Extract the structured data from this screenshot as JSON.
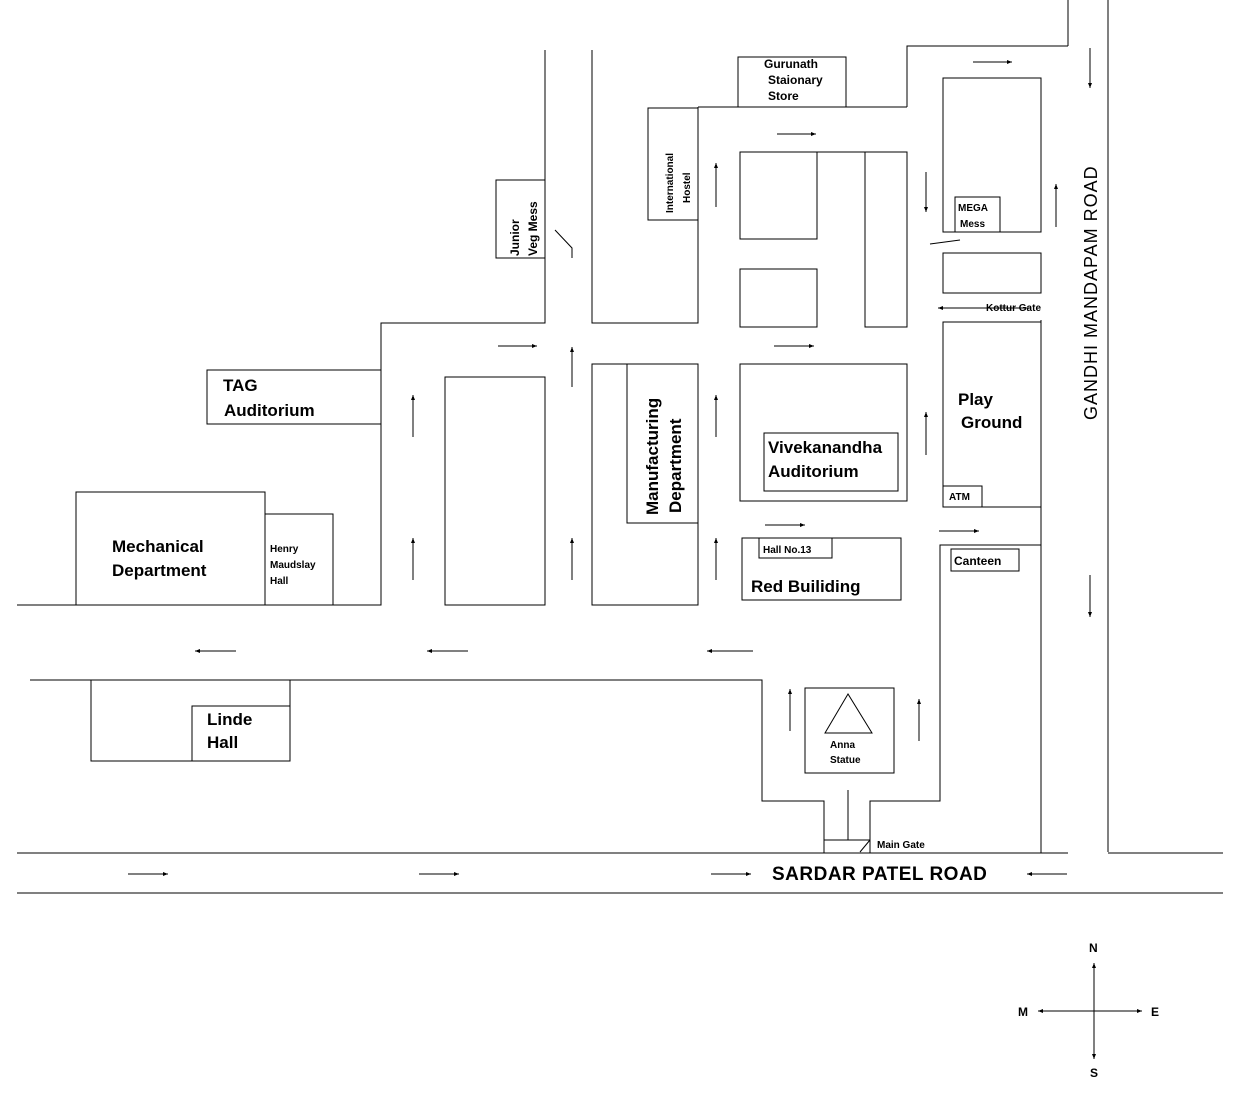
{
  "buildings": {
    "gurunath": [
      "Gurunath",
      "Staionary",
      "Store"
    ],
    "international_hostel": [
      "International",
      "Hostel"
    ],
    "junior_veg_mess": [
      "Junior",
      "Veg Mess"
    ],
    "mega_mess": [
      "MEGA",
      "Mess"
    ],
    "kottur_gate": "Kottur Gate",
    "tag_auditorium": [
      "TAG",
      "Auditorium"
    ],
    "play_ground": [
      "Play",
      "Ground"
    ],
    "manufacturing": [
      "Manufacturing",
      "Department"
    ],
    "vivekanandha": [
      "Vivekanandha",
      "Auditorium"
    ],
    "atm": "ATM",
    "mechanical": [
      "Mechanical",
      "Department"
    ],
    "henry_maudslay": [
      "Henry",
      "Maudslay",
      "Hall"
    ],
    "hall_13": "Hall No.13",
    "canteen": "Canteen",
    "red_building": "Red Builiding",
    "linde_hall": [
      "Linde",
      "Hall"
    ],
    "anna_statue": [
      "Anna",
      "Statue"
    ],
    "main_gate": "Main Gate"
  },
  "roads": {
    "sardar_patel": "SARDAR PATEL ROAD",
    "gandhi_mandapam": "GANDHI MANDAPAM ROAD"
  },
  "compass": {
    "north": "N",
    "south": "S",
    "east": "E",
    "west": "M"
  }
}
